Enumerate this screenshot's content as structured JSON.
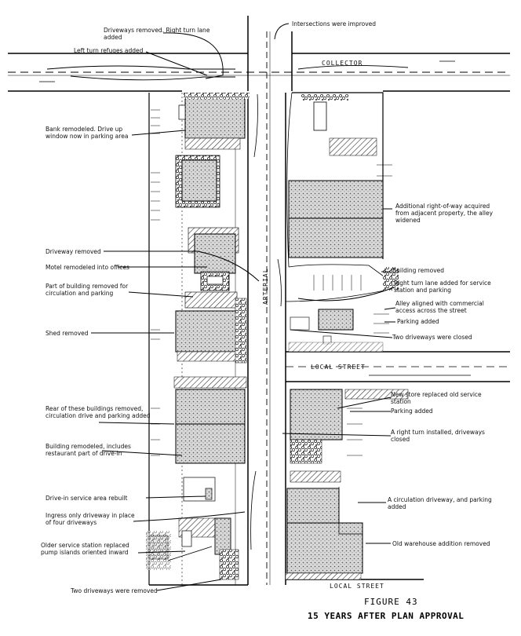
{
  "streets": {
    "collector": "COLLECTOR",
    "arterial": "ARTERIAL",
    "local_top": "LOCAL STREET",
    "local_bottom": "LOCAL STREET"
  },
  "labels": {
    "driveways_removed_right_turn": "Driveways removed. Right turn lane added",
    "left_turn_refuges": "Left turn refuges added",
    "intersections_improved": "Intersections were improved",
    "bank_remodeled": "Bank remodeled. Drive up window now in parking area",
    "additional_row": "Additional right-of-way acquired from adjacent property, the alley widened",
    "driveway_removed": "Driveway removed",
    "motel_remodeled": "Motel remodeled into offices",
    "part_building_removed": "Part of building removed for circulation and parking",
    "building_removed": "Building removed",
    "right_turn_lane_service": "Right turn lane added for service station and parking",
    "alley_aligned": "Alley aligned with commercial access across the street",
    "parking_added_1": "Parking added",
    "shed_removed": "Shed removed",
    "two_driveways_closed": "Two driveways were closed",
    "new_store": "New store replaced old service station",
    "parking_added_2": "Parking added",
    "rear_buildings_removed": "Rear of these buildings removed, circulation drive and parking added",
    "right_turn_installed": "A right turn installed, driveways closed",
    "building_remodeled": "Building remodeled, includes restaurant part of drive-in",
    "drive_in_rebuilt": "Drive-in service area rebuilt",
    "circulation_driveway": "A circulation driveway, and parking added",
    "ingress_only": "Ingress only driveway in place of four driveways",
    "old_warehouse": "Old warehouse addition removed",
    "older_service_station": "Older service station replaced pump islands oriented inward",
    "two_driveways_removed": "Two driveways were removed"
  },
  "figure": {
    "number": "FIGURE 43",
    "caption": "15 YEARS AFTER PLAN APPROVAL"
  }
}
